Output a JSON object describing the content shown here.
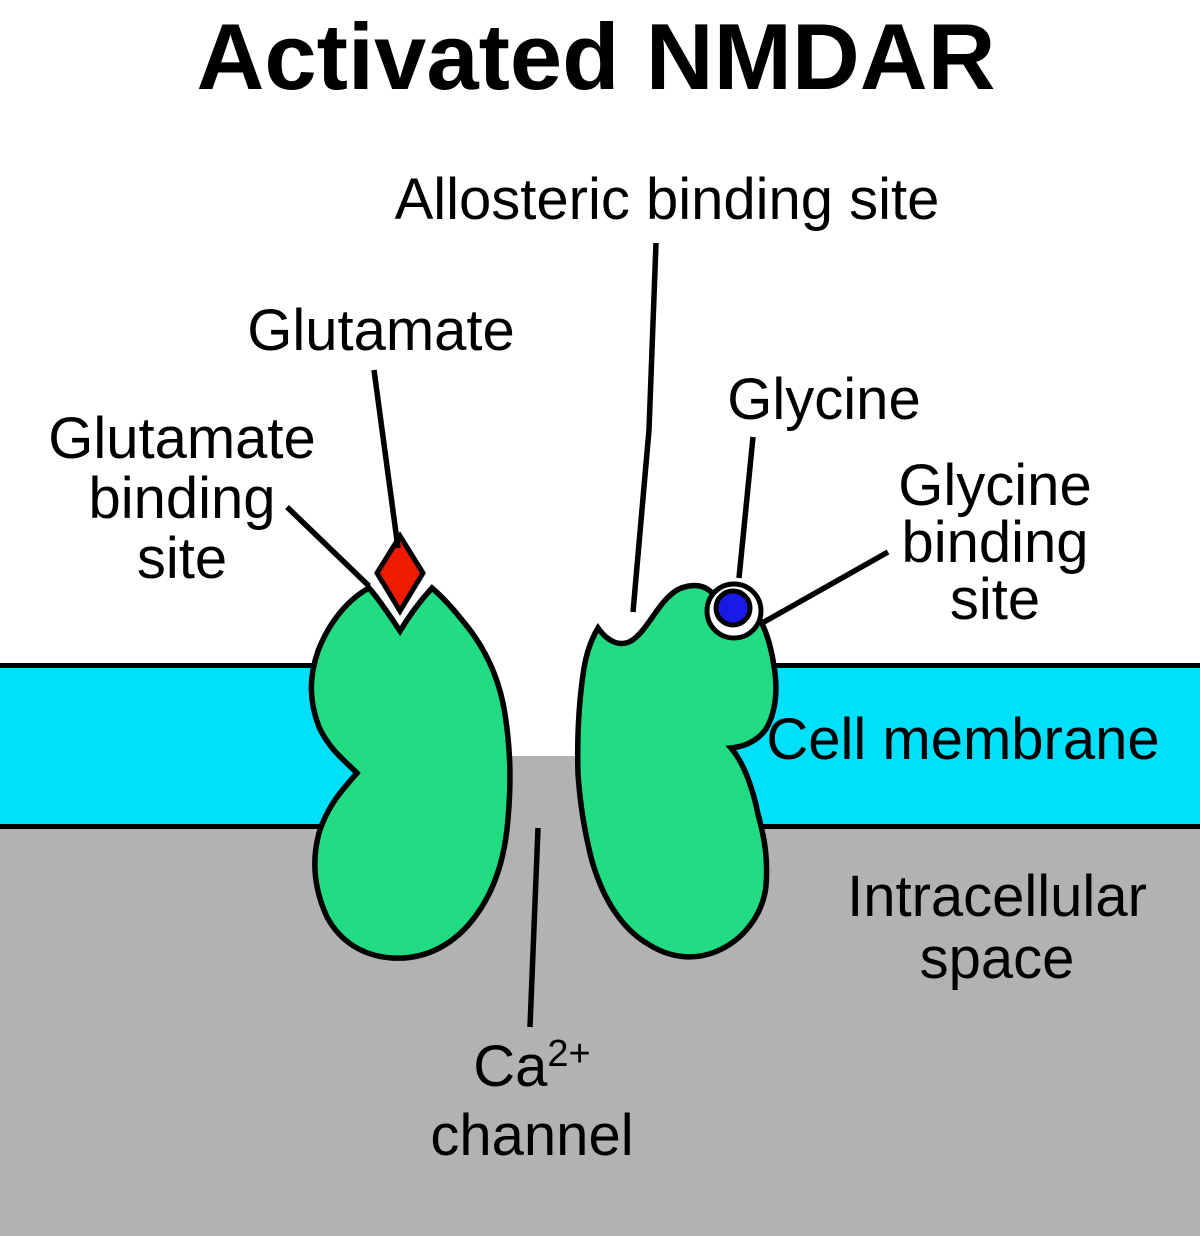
{
  "title": "Activated NMDAR",
  "labels": {
    "allosteric": "Allosteric binding site",
    "glutamate": "Glutamate",
    "glutamate_binding": [
      "Glutamate",
      "binding",
      "site"
    ],
    "glycine": "Glycine",
    "glycine_binding": [
      "Glycine",
      "binding",
      "site"
    ],
    "cell_membrane": "Cell membrane",
    "intracellular": [
      "Intracellular",
      "space"
    ],
    "ca_channel_base": "Ca",
    "ca_channel_sup": "2+",
    "ca_channel_line2": "channel"
  },
  "colors": {
    "background": "#ffffff",
    "membrane_cyan": "#00E0FA",
    "intracellular_gray": "#B2B2B2",
    "receptor_green": "#21DC83",
    "glutamate_red": "#EE1B00",
    "glycine_blue": "#1A1AE6",
    "outline_black": "#000000",
    "white": "#ffffff"
  }
}
